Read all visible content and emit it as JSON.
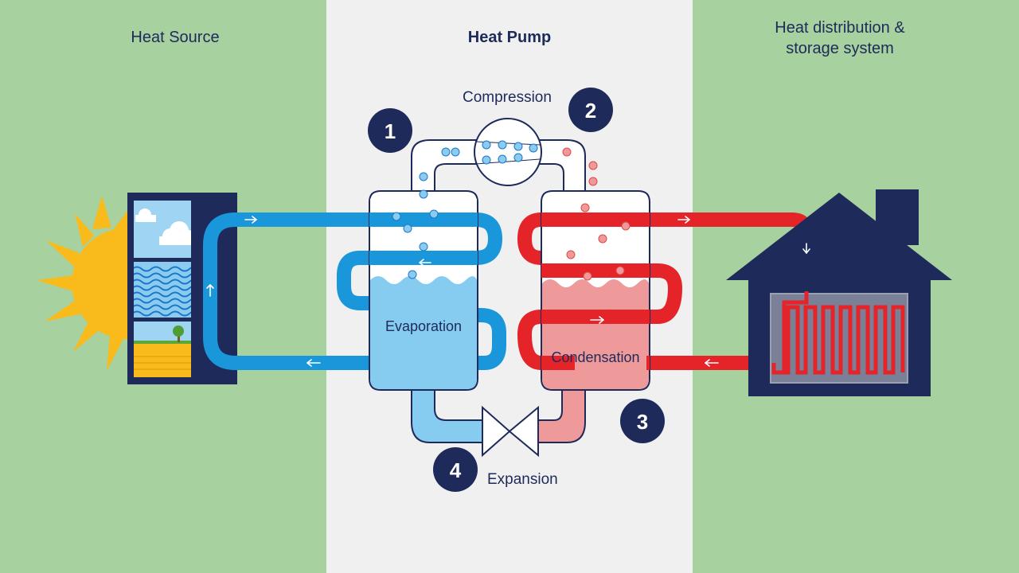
{
  "columns": {
    "source": "Heat Source",
    "pump": "Heat Pump",
    "distribution_line1": "Heat distribution &",
    "distribution_line2": "storage system"
  },
  "steps": [
    {
      "number": "1"
    },
    {
      "number": "2",
      "label": "Compression"
    },
    {
      "number": "3"
    },
    {
      "number": "4",
      "label": "Expansion"
    }
  ],
  "tanks": {
    "evaporator": "Evaporation",
    "condenser": "Condensation"
  },
  "colors": {
    "background_side": "#a8d1a0",
    "background_center": "#f0f0f0",
    "navy": "#1e2a5a",
    "cold_pipe": "#1a96db",
    "cold_liquid": "#86ccf0",
    "hot_pipe": "#e42428",
    "hot_liquid": "#ef9a9a",
    "sun": "#f9bb1b"
  }
}
